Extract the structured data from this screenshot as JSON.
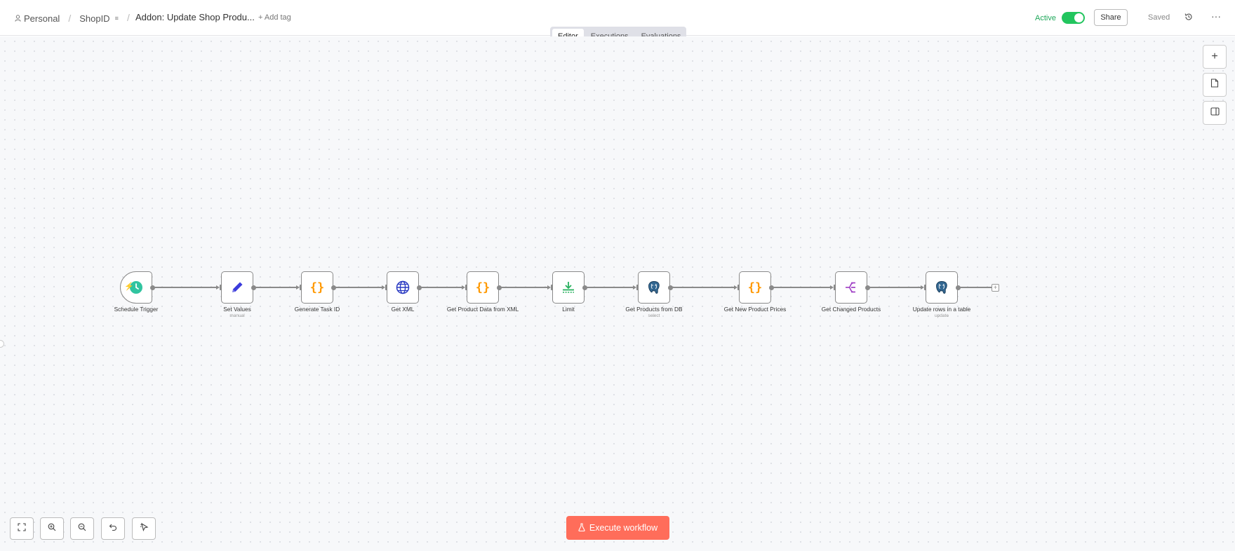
{
  "header": {
    "breadcrumb_personal": "Personal",
    "breadcrumb_folder": "ShopID",
    "breadcrumb_separator": "/",
    "workflow_title": "Addon: Update Shop Produ...",
    "add_tag_label": "+ Add tag",
    "active_label": "Active",
    "share_label": "Share",
    "saved_label": "Saved",
    "more_label": "···"
  },
  "tabs": [
    {
      "label": "Editor",
      "active": true
    },
    {
      "label": "Executions",
      "active": false
    },
    {
      "label": "Evaluations",
      "active": false
    }
  ],
  "nodes": [
    {
      "label": "Schedule Trigger",
      "subtitle": "",
      "icon": "clock-icon"
    },
    {
      "label": "Set Values",
      "subtitle": "manual",
      "icon": "pencil-icon"
    },
    {
      "label": "Generate Task ID",
      "subtitle": "",
      "icon": "code-braces-icon"
    },
    {
      "label": "Get XML",
      "subtitle": "",
      "icon": "globe-icon"
    },
    {
      "label": "Get Product Data from XML",
      "subtitle": "",
      "icon": "code-braces-icon"
    },
    {
      "label": "Limit",
      "subtitle": "",
      "icon": "limit-icon"
    },
    {
      "label": "Get Products from DB",
      "subtitle": "select",
      "icon": "postgres-icon"
    },
    {
      "label": "Get New Product Prices",
      "subtitle": "",
      "icon": "code-braces-icon"
    },
    {
      "label": "Get Changed Products",
      "subtitle": "",
      "icon": "compare-icon"
    },
    {
      "label": "Update rows in a table",
      "subtitle": "update",
      "icon": "postgres-icon"
    }
  ],
  "bottom": {
    "execute_label": "Execute workflow"
  },
  "colors": {
    "accent": "#ff6d5a",
    "active_green": "#22c55e",
    "code_orange": "#ff9900",
    "set_blue": "#3b3bdb",
    "http_blue": "#2a3ac2",
    "limit_green": "#26b05d",
    "compare_purple": "#a245c6",
    "trigger_teal": "#31c4a0"
  }
}
